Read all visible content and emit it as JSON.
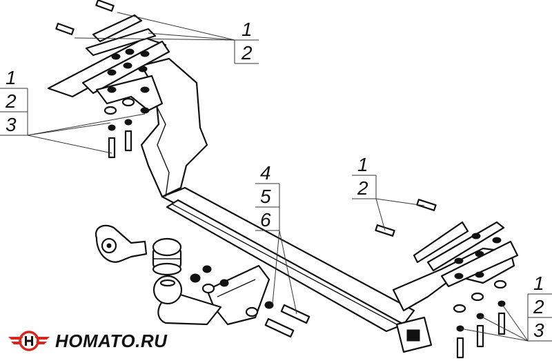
{
  "callouts": {
    "top_right": [
      "1",
      "2"
    ],
    "left": [
      "1",
      "2",
      "3"
    ],
    "center": [
      "4",
      "5",
      "6"
    ],
    "right_upper": [
      "1",
      "2"
    ],
    "right_lower": [
      "1",
      "2",
      "3"
    ]
  },
  "logo": {
    "text": "HOMATO.RU",
    "brand_color": "#d9251c",
    "icon": "winged-h-logo-icon"
  }
}
